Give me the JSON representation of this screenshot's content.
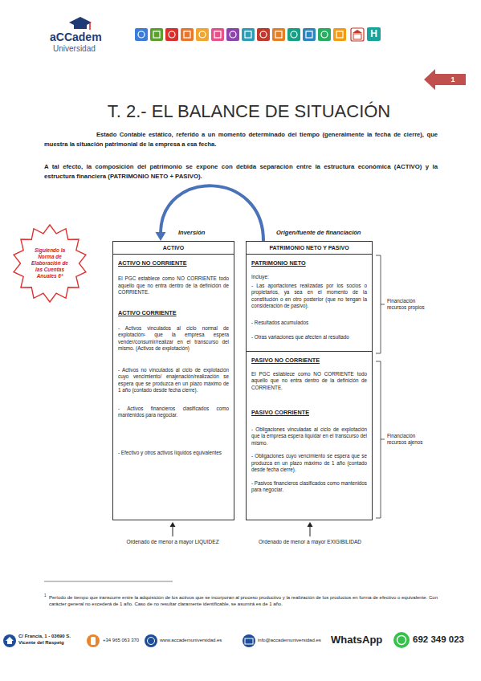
{
  "diagram": {
    "title": "T. 2.- EL BALANCE DE SITUACIÓN",
    "nodes": [
      {
        "text": [
          "ACTIVO",
          "ACTIVO NO CORRIENTE",
          "El PGC establece como NO CORRIENTE todo aquello que no entra dentro de la definición de CORRIENTE.",
          "ACTIVO CORRIENTE",
          "- Activos vinculados al ciclo normal de explotación¹ que la empresa espera vender/consumir/realizar en el transcurso del mismo. (Activos de explotación)",
          "- Activos no vinculados al ciclo de explotación cuyo vencimiento/ enajenación/realización se espera que se produzca en un plazo máximo de 1 año (contado desde fecha cierre).",
          "- Activos financieros clasificados como mantenidos para negociar.",
          "- Efectivo y otros activos líquidos equivalentes"
        ]
      },
      {
        "text": [
          "PATRIMONIO NETO Y PASIVO",
          "PATRIMONIO NETO",
          "Incluye:",
          "- Las aportaciones realizadas por los socios o propietarios, ya sea en el momento de la constitución o en otro posterior (que no tengan la consideración de pasivo).",
          "- Resultados acumulados",
          "- Otras variaciones que afecten al resultado",
          "PASIVO NO CORRIENTE",
          "El PGC establece como NO CORRIENTE todo aquello que no entra dentro de la definición de CORRIENTE.",
          "PASIVO CORRIENTE",
          "- Obligaciones vinculadas al ciclo de explotación que la empresa espera liquidar en el transcurso del mismo.",
          "- Obligaciones cuyo vencimiento se espera que se produzca en un plazo máximo de 1 año (contado desde fecha cierre).",
          "- Pasivos financieros clasificados como mantenidos para negociar."
        ]
      },
      {
        "text": [
          "Siguiendo la Norma de Elaboración de las Cuentas Anuales 6ª"
        ]
      }
    ],
    "edges": [
      {
        "from": 1,
        "to": 0,
        "arrow": "to"
      }
    ],
    "labels": [
      "aCCadem",
      "Universidad",
      "H",
      "1",
      "Estado Contable estático, referido a un momento determinado del tiempo (generalmente la fecha de cierre), que muestra la situación patrimonial de la empresa a esa fecha.",
      "A tal efecto, la composición del patrimonio se expone con debida separación entre la estructura económica (ACTIVO) y la estructura financiera (PATRIMONIO NETO + PASIVO).",
      "Inversión",
      "Origen/fuente de financiación",
      "Financiación recursos propios",
      "Financiación recursos ajenos",
      "Ordenado de menor a mayor LIQUIDEZ",
      "Ordenado de menor a mayor EXIGIBILIDAD",
      "1",
      "Período de tiempo que transcurre entre la adquisición de los activos que se incorporan al proceso productivo y la realización de los productos en forma de efectivo o equivalente. Con carácter general no excederá de 1 año. Caso de no resultar claramente identificable, se asumirá es de 1 año.",
      "C/ Francia, 1 - 03690 S. Vicente del Raspeig",
      "+34 965 063 370",
      "www.accademuniversidad.es",
      "info@accademuniversidad.es",
      "WhatsApp",
      "692 349 023"
    ]
  }
}
